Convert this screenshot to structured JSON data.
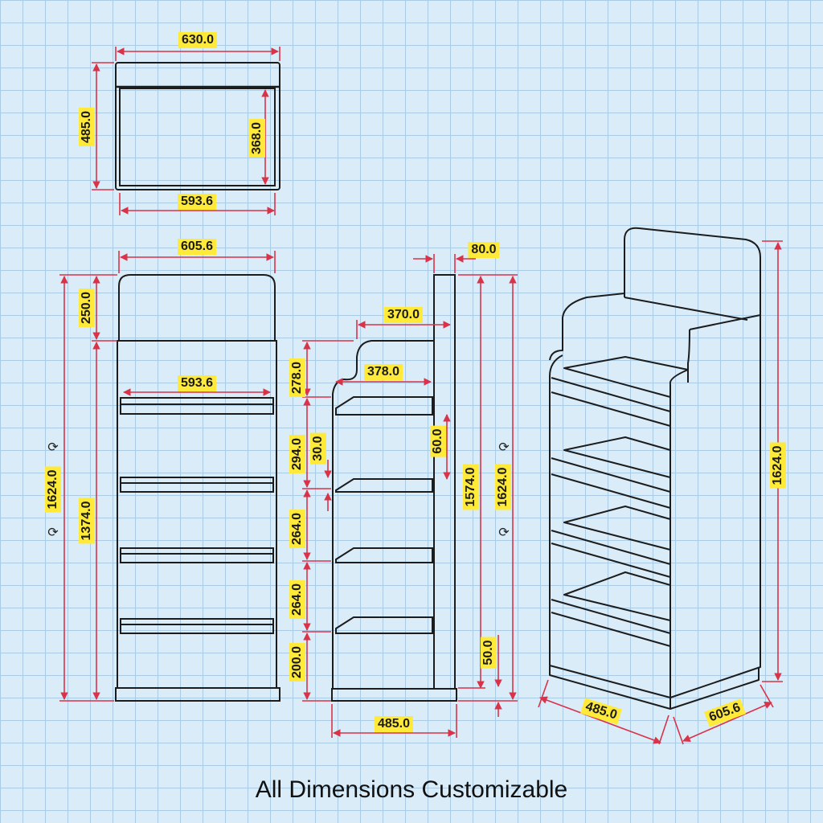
{
  "caption": "All Dimensions Customizable",
  "colors": {
    "background": "#d9ecf8",
    "grid": "#a9cbe6",
    "dimension_line": "#d9334a",
    "label_bg": "#ffea3a",
    "outline": "#1c1c1c"
  },
  "icons": {
    "rotate": "rotate-icon",
    "rotate_glyph": "⟳"
  },
  "top_view": {
    "width_outer": "630.0",
    "depth": "485.0",
    "depth_inner": "368.0",
    "width_inner": "593.6"
  },
  "front_view": {
    "width": "605.6",
    "header_height": "250.0",
    "shelf_width": "593.6",
    "total_height": "1624.0",
    "body_height": "1374.0"
  },
  "side_view": {
    "post_width": "80.0",
    "top_depth": "370.0",
    "shelf_depth": "378.0",
    "step_height": "278.0",
    "gap_1": "294.0",
    "lip_height": "30.0",
    "gap_2": "264.0",
    "gap_3": "264.0",
    "base_height": "200.0",
    "back_lip": "60.0",
    "post_height": "1574.0",
    "total_height": "1624.0",
    "foot_height": "50.0",
    "base_depth": "485.0"
  },
  "iso_view": {
    "height": "1624.0",
    "depth": "485.0",
    "width": "605.6"
  }
}
